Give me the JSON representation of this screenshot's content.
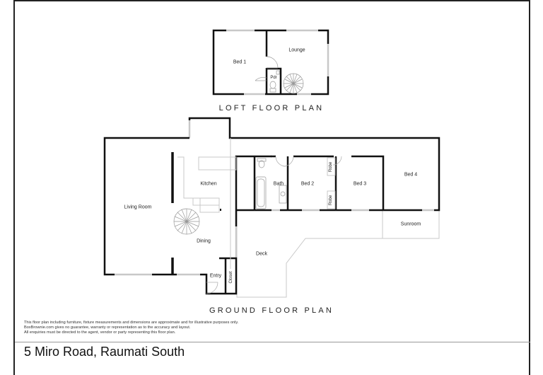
{
  "loft": {
    "title": "LOFT FLOOR PLAN",
    "rooms": [
      {
        "label": "Bed 1"
      },
      {
        "label": "Lounge"
      },
      {
        "label": "Pdr"
      }
    ]
  },
  "ground": {
    "title": "GROUND FLOOR PLAN",
    "rooms": [
      {
        "label": "Living Room"
      },
      {
        "label": "Kitchen"
      },
      {
        "label": "Dining"
      },
      {
        "label": "Bath"
      },
      {
        "label": "Bed 2"
      },
      {
        "label": "Bed 3"
      },
      {
        "label": "Bed 4"
      },
      {
        "label": "Robe"
      },
      {
        "label": "Robe"
      },
      {
        "label": "Sunroom"
      },
      {
        "label": "Deck"
      },
      {
        "label": "Entry"
      },
      {
        "label": "Closet"
      }
    ]
  },
  "disclaimer": {
    "line1": "This floor plan including furniture, fixture measurements and dimensions are approximate and for illustrative purposes only.",
    "line2": "BoxBrownie.com gives no guarantee, warranty or representation as to the accuracy and layout.",
    "line3": "All enquiries must be directed to the agent, vendor or party representing this floor plan."
  },
  "address": "5 Miro Road, Raumati South",
  "colors": {
    "wall": "#111111",
    "window": "#c8c8c8",
    "fixture": "#bdbdbd",
    "frame": "#222222"
  }
}
